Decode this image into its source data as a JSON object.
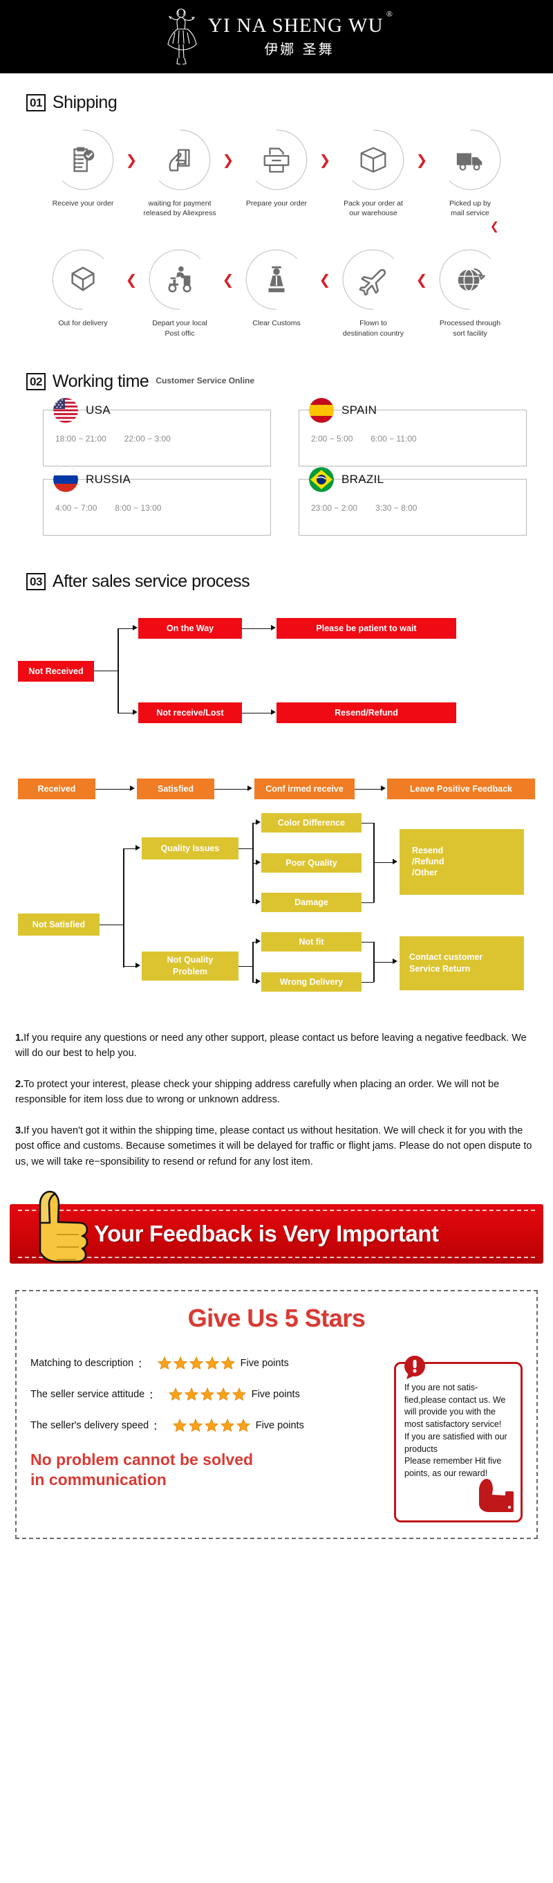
{
  "header": {
    "brand_en": "YI NA SHENG WU",
    "brand_reg": "®",
    "brand_cn": "伊娜 圣舞",
    "logo_icon": "dancer-logo-icon",
    "bg_color": "#000000"
  },
  "sections": {
    "shipping": {
      "num": "01",
      "title": "Shipping"
    },
    "working": {
      "num": "02",
      "title": "Working time",
      "subtitle": "Customer Service Online"
    },
    "after_sales": {
      "num": "03",
      "title": "After sales service process"
    }
  },
  "shipping": {
    "arrow_color": "#d81f26",
    "row1": [
      {
        "icon": "clipboard-check-icon",
        "label": "Receive your order"
      },
      {
        "icon": "hand-card-icon",
        "label": "waiting for payment\nreleased by Aliexpress"
      },
      {
        "icon": "printer-icon",
        "label": "Prepare your order"
      },
      {
        "icon": "box-icon",
        "label": "Pack your order at\nour warehouse"
      },
      {
        "icon": "truck-icon",
        "label": "Picked up by\nmail service"
      }
    ],
    "row2": [
      {
        "icon": "open-box-icon",
        "label": "Out for delivery"
      },
      {
        "icon": "scooter-courier-icon",
        "label": "Depart your local\nPost offic"
      },
      {
        "icon": "customs-officer-icon",
        "label": "Clear Customs"
      },
      {
        "icon": "airplane-icon",
        "label": "Flown to\ndestination country"
      },
      {
        "icon": "globe-arrow-icon",
        "label": "Processed through\nsort facility"
      }
    ]
  },
  "working_time": [
    {
      "flag": "usa-flag-icon",
      "country": "USA",
      "slot1": "18:00 − 21:00",
      "slot2": "22:00 − 3:00"
    },
    {
      "flag": "spain-flag-icon",
      "country": "SPAIN",
      "slot1": "2:00 − 5:00",
      "slot2": "6:00 − 11:00"
    },
    {
      "flag": "russia-flag-icon",
      "country": "RUSSIA",
      "slot1": "4:00 − 7:00",
      "slot2": "8:00 − 13:00"
    },
    {
      "flag": "brazil-flag-icon",
      "country": "BRAZIL",
      "slot1": "23:00 − 2:00",
      "slot2": "3:30 − 8:00"
    }
  ],
  "flow": {
    "colors": {
      "red": "#ef0a14",
      "orange": "#f07c23",
      "yellow": "#dcc430"
    },
    "not_received": "Not Received",
    "on_the_way": "On the Way",
    "please_wait": "Please be patient to wait",
    "not_receive_lost": "Not receive/Lost",
    "resend_refund": "Resend/Refund",
    "received": "Received",
    "satisfied": "Satisfied",
    "confirmed_receive": "Conf irmed receive",
    "leave_positive": "Leave Positive Feedback",
    "not_satisfied": "Not Satisfied",
    "quality_issues": "Quality Issues",
    "color_difference": "Color Difference",
    "poor_quality": "Poor Quality",
    "damage": "Damage",
    "resend_refund_other_1": "Resend",
    "resend_refund_other_2": "/Refund",
    "resend_refund_other_3": "/Other",
    "not_quality_problem": "Not Quality\nProblem",
    "not_fit": "Not fit",
    "wrong_delivery": "Wrong Delivery",
    "contact_service_1": "Contact customer",
    "contact_service_2": "Service Return"
  },
  "notes": [
    {
      "num": "1.",
      "text": "If you require any questions or need any other support, please contact us before leaving a negative feedback. We will do our best to help you."
    },
    {
      "num": "2.",
      "text": "To protect your interest, please check your shipping address carefully when placing an order. We will not be responsible for item loss due to wrong or unknown address."
    },
    {
      "num": "3.",
      "text": "If you haven't got it within the shipping time, please contact us without hesitation. We will check it for you with the post office and customs. Because sometimes it will be delayed for traffic or flight jams. Please do not open dispute to us, we will take re−sponsibility to resend or refund for any lost item."
    }
  ],
  "feedback_banner": {
    "text": "Your Feedback is Very Important",
    "icon": "thumbs-up-icon",
    "bg_color": "#cf0408"
  },
  "stars_box": {
    "title": "Give Us 5 Stars",
    "title_color": "#d93a33",
    "rows": [
      {
        "label": "Matching to description",
        "colon": "：",
        "stars": 5,
        "points": "Five points"
      },
      {
        "label": "The seller service attitude",
        "colon": "：",
        "stars": 5,
        "points": "Five points"
      },
      {
        "label": "The seller's delivery speed",
        "colon": "：",
        "stars": 5,
        "points": "Five points"
      }
    ],
    "tagline_line1": "No problem cannot be solved",
    "tagline_line2": "in communication",
    "notice_icon": "exclamation-icon",
    "notice_thumb_icon": "thumbs-up-red-icon",
    "notice_text": "If you are not satis-fied,please contact us. We will provide you with the most satisfactory service!\nIf you are satisfied with our products\nPlease remember Hit five points, as our reward!"
  }
}
